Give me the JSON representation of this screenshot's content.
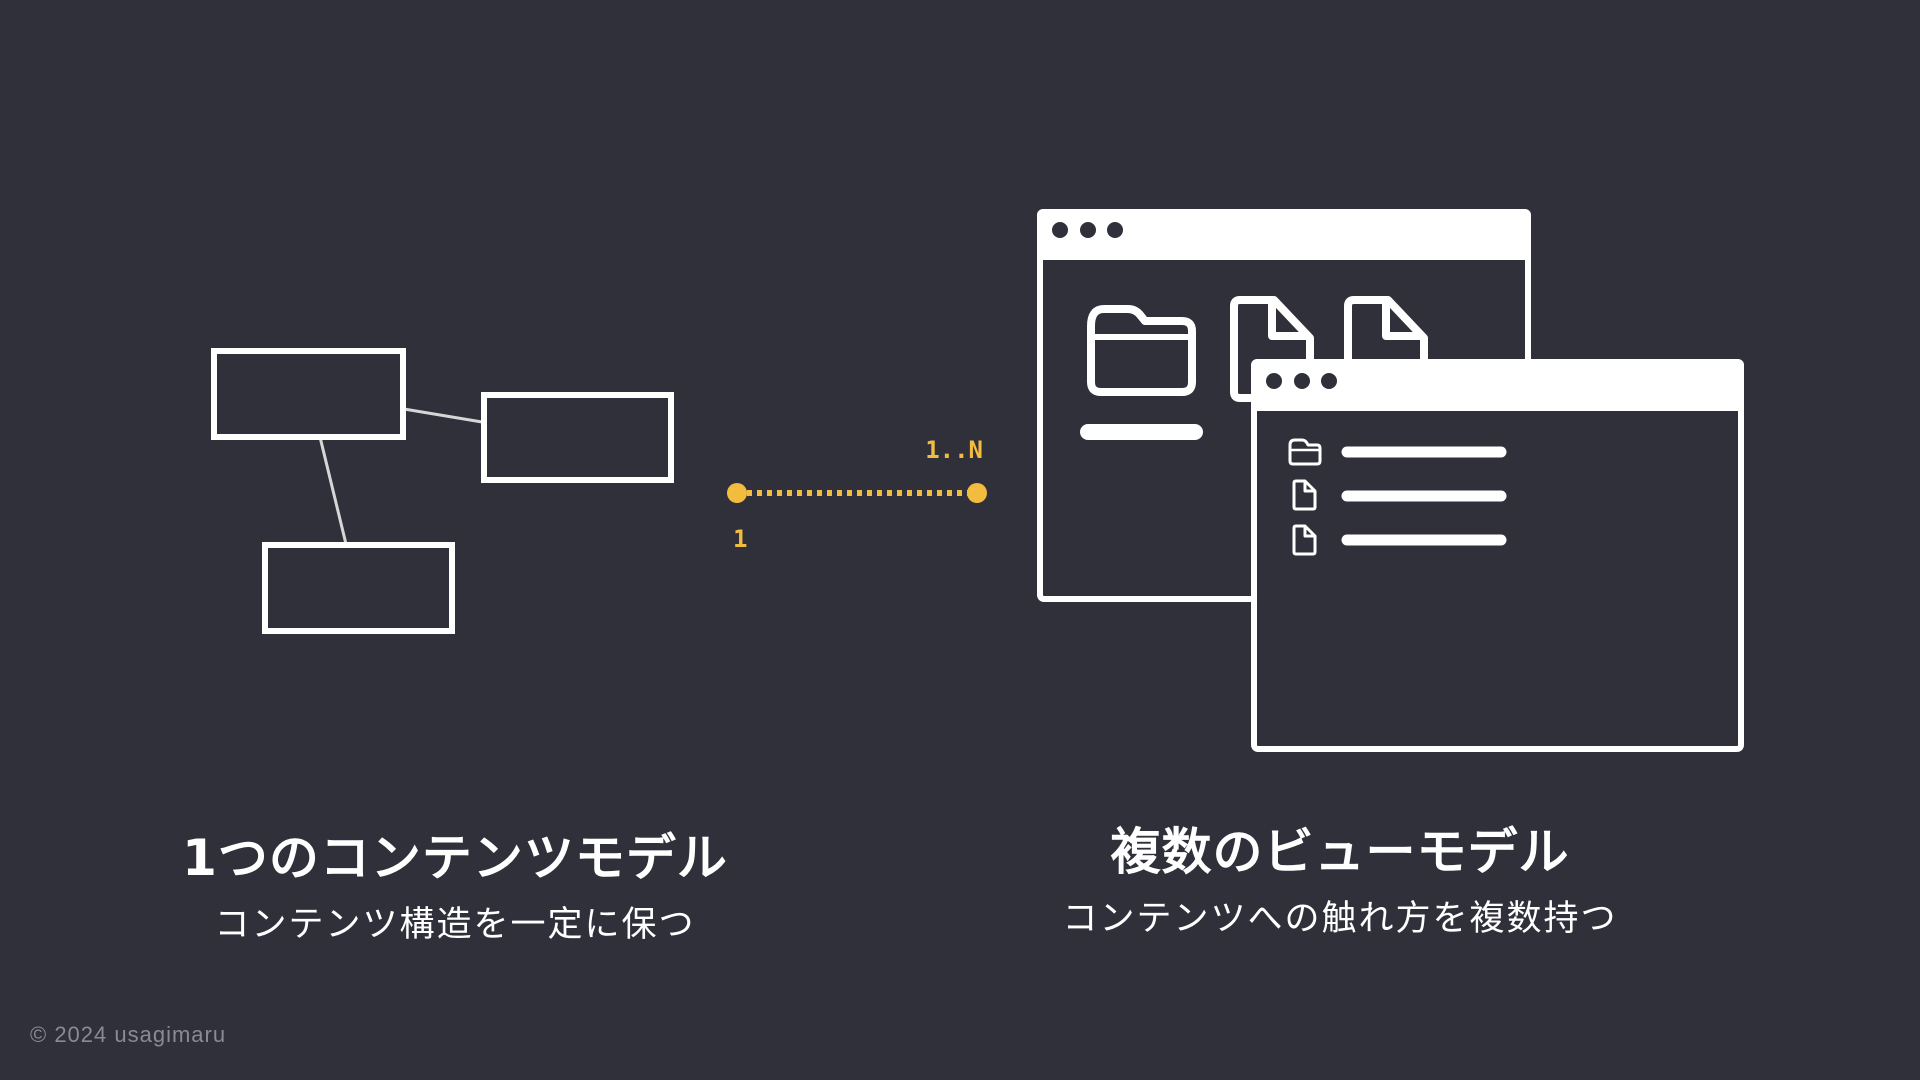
{
  "relation": {
    "left_cardinality": "1",
    "right_cardinality": "1..N",
    "accent_color": "#f2bd3f"
  },
  "left": {
    "title": "1つのコンテンツモデル",
    "subtitle": "コンテンツ構造を一定に保つ"
  },
  "right": {
    "title": "複数のビューモデル",
    "subtitle": "コンテンツへの触れ方を複数持つ"
  },
  "icons": {
    "back_window": [
      "folder-icon",
      "file-icon",
      "file-icon"
    ],
    "front_window_list": [
      "folder-icon",
      "file-icon",
      "file-icon"
    ]
  },
  "footer": {
    "copyright": "© 2024 usagimaru"
  },
  "colors": {
    "background": "#30303b",
    "foreground": "#ffffff",
    "muted": "#8a8a94"
  }
}
